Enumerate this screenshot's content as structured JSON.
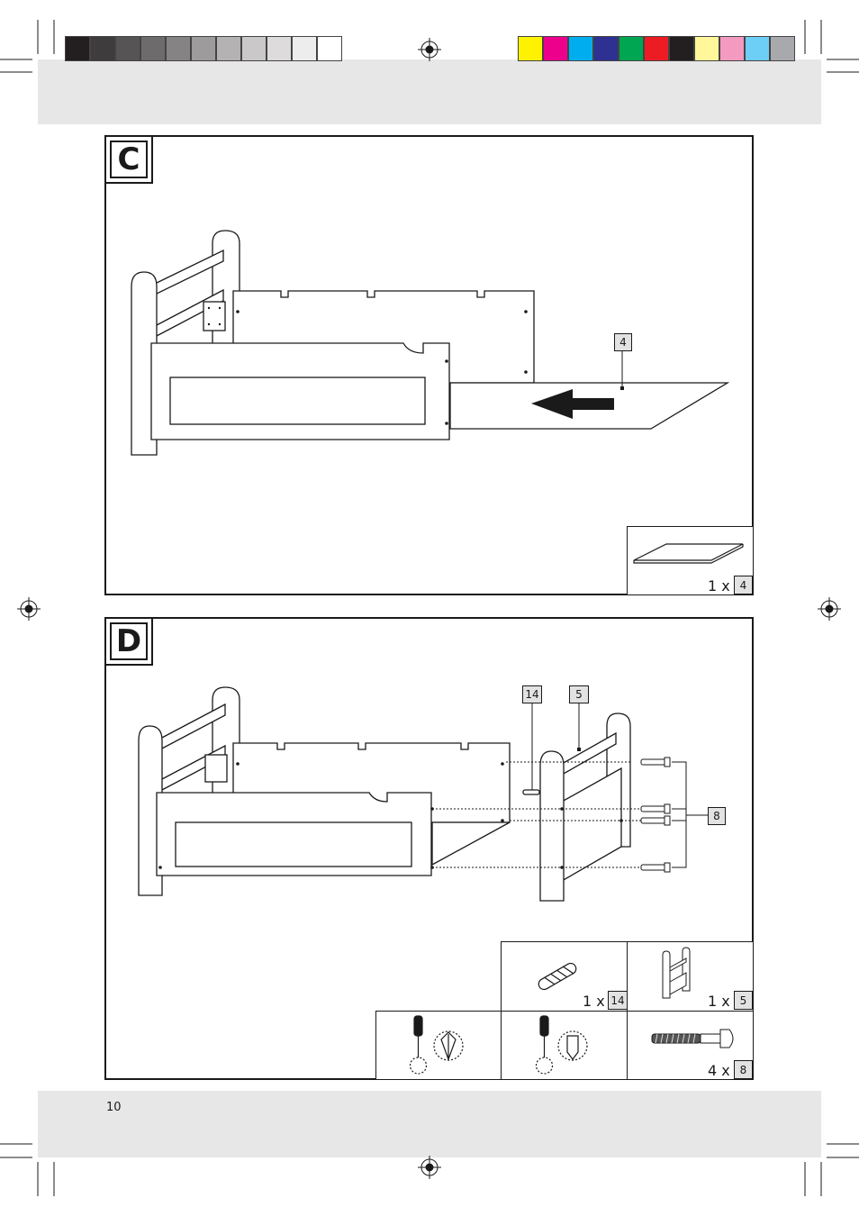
{
  "colors": {
    "grayscale": [
      "#231f20",
      "#3e3c3d",
      "#565455",
      "#6d6b6c",
      "#858384",
      "#9d9b9c",
      "#b4b2b3",
      "#cac8c9",
      "#dddbdc",
      "#eeeded",
      "#ffffff"
    ],
    "process": [
      "#fff200",
      "#ec008c",
      "#00aeef",
      "#2e3192",
      "#00a651",
      "#ed1c24",
      "#231f20",
      "#fff799",
      "#f49ac1",
      "#6dcff6",
      "#a7a9ac"
    ],
    "band": "#e7e7e8"
  },
  "step_c": {
    "label": "C",
    "callout_part": "4",
    "inventory": {
      "qty": "1 x",
      "part": "4"
    }
  },
  "step_d": {
    "label": "D",
    "callouts": [
      "14",
      "5",
      "8"
    ],
    "inventory": [
      {
        "qty": "1 x",
        "part": "14",
        "icon": "dowel-icon"
      },
      {
        "qty": "1 x",
        "part": "5",
        "icon": "side-panel-icon"
      },
      {
        "qty": "4 x",
        "part": "8",
        "icon": "screw-icon"
      }
    ],
    "tools": [
      "phillips-screwdriver-icon",
      "flathead-screwdriver-icon"
    ]
  },
  "page_number": "10"
}
